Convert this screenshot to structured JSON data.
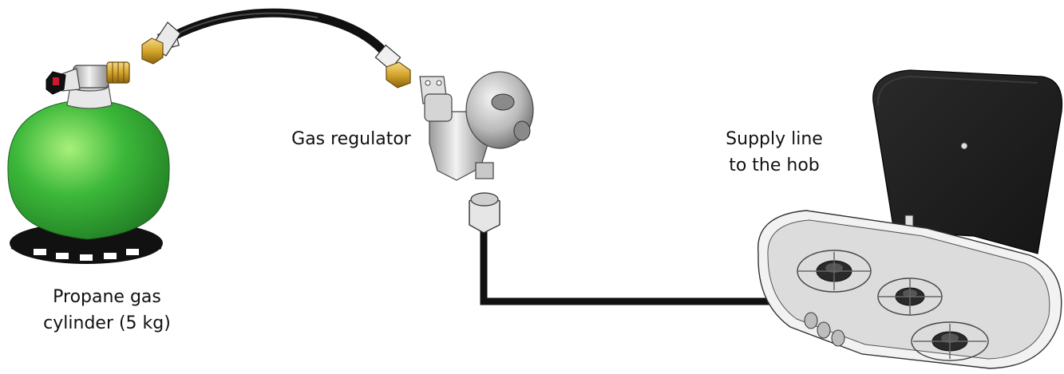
{
  "labels": {
    "cylinder": {
      "line1": "Propane gas",
      "line2": "cylinder (5 kg)"
    },
    "regulator": "Gas regulator",
    "supply": {
      "line1": "Supply line",
      "line2": "to the hob"
    }
  },
  "colors": {
    "cylinder_green": "#3cb83a",
    "cylinder_green_dark": "#1f8a22",
    "cylinder_green_light": "#8fe26a",
    "hose": "#1a1a1a",
    "brass": "#d4a52a",
    "valve_red": "#d0182a",
    "lid": "#1c1c1c",
    "steel": "#e8e8e8"
  },
  "icons": [
    "gas-cylinder-icon",
    "gas-hose-icon",
    "gas-regulator-icon",
    "supply-line-icon",
    "gas-hob-icon"
  ]
}
